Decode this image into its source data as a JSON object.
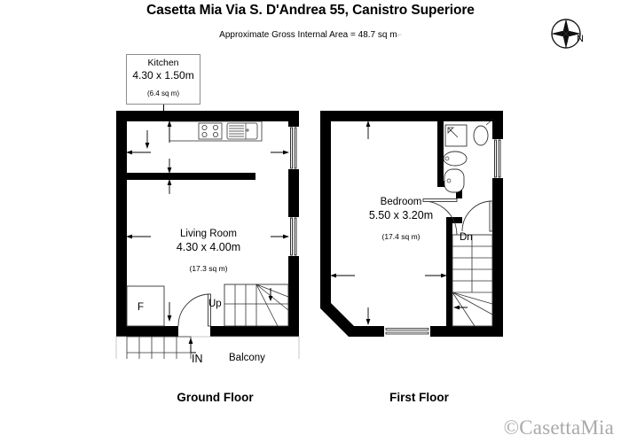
{
  "header": {
    "title": "Casetta Mia Via S. D'Andrea 55, Canistro Superiore",
    "subtitle": "Approximate Gross Internal Area = 48.7 sq m",
    "subtitle_trailing": "⌐"
  },
  "compass": {
    "icon": "compass-rose-icon",
    "north_label": "N"
  },
  "callout": {
    "kitchen": {
      "name": "Kitchen",
      "dimensions": "4.30 x 1.50m",
      "area": "(6.4 sq m)"
    }
  },
  "ground_floor": {
    "caption": "Ground Floor",
    "rooms": [
      {
        "name": "Living Room",
        "dimensions": "4.30 x 4.00m",
        "area": "(17.3 sq m)"
      }
    ],
    "markers": {
      "stairs_up": "Up",
      "entrance": "IN",
      "balcony": "Balcony",
      "fireplace": "F"
    },
    "fixtures": [
      "hob-icon",
      "sink-icon",
      "fireplace-icon",
      "staircase-up-icon",
      "external-steps-icon"
    ]
  },
  "first_floor": {
    "caption": "First Floor",
    "rooms": [
      {
        "name": "Bedroom",
        "dimensions": "5.50 x 3.20m",
        "area": "(17.4 sq m)"
      }
    ],
    "markers": {
      "stairs_down": "Dn"
    },
    "fixtures": [
      "shower-icon",
      "toilet-icon",
      "wash-basin-icon",
      "bidet-icon",
      "staircase-down-icon"
    ]
  },
  "watermark": {
    "text": "©CasettaMia"
  }
}
